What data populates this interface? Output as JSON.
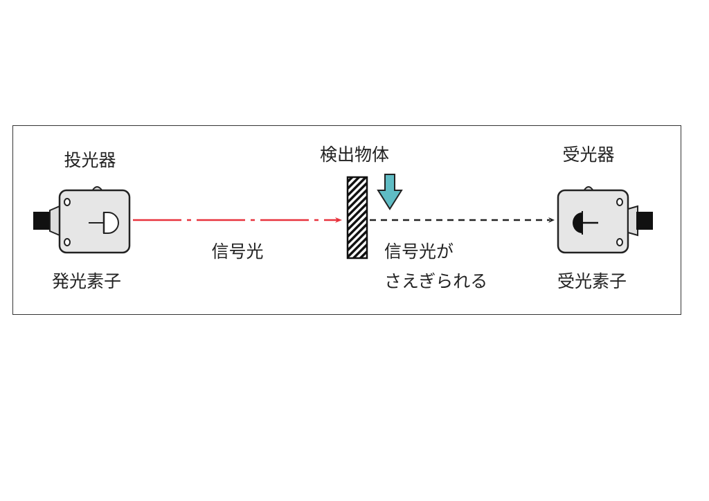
{
  "labels": {
    "emitter_device": "投光器",
    "detected_object": "検出物体",
    "receiver_device": "受光器",
    "signal_light": "信号光",
    "emitting_element": "発光素子",
    "blocked_line1": "信号光が",
    "blocked_line2": "さえぎられる",
    "receiving_element": "受光素子"
  },
  "colors": {
    "signal_beam": "#e8323c",
    "blocked_beam": "#222222",
    "arrow_fill": "#5fbcc4",
    "sensor_body": "#e6e6e6"
  }
}
